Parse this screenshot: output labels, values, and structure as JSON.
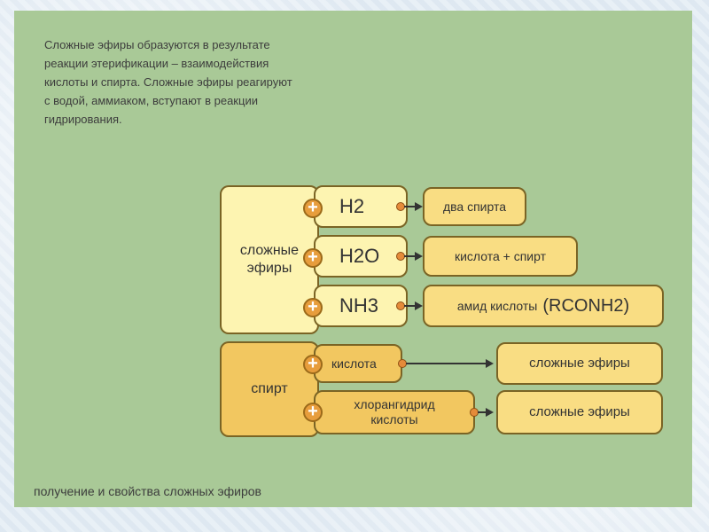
{
  "intro_lines": [
    "Сложные эфиры образуются в результате",
    "реакции этерификации – взаимодействия",
    "кислоты и спирта. Сложные эфиры реагируют",
    "с водой, аммиаком, вступают в реакции",
    "гидрирования."
  ],
  "esters_box": {
    "line1": "сложные",
    "line2": "эфиры"
  },
  "alcohol_box": {
    "label": "спирт"
  },
  "plus_symbol": "+",
  "ester_reactions": [
    {
      "reagent": "H2",
      "product": "два спирта"
    },
    {
      "reagent": "H2O",
      "product": "кислота + спирт"
    },
    {
      "reagent": "NH3",
      "product": "амид кислоты",
      "product_formula": "(RCONH2)"
    }
  ],
  "alcohol_reactions": [
    {
      "reagent": "кислота",
      "product": "сложные эфиры"
    },
    {
      "reagent_line1": "хлорангидрид",
      "reagent_line2": "кислоты",
      "product": "сложные эфиры"
    }
  ],
  "footer": "получение и свойства сложных эфиров",
  "colors": {
    "slide_bg": "#a9c997",
    "light_box": "#fdf4b1",
    "mid_box": "#f9dd83",
    "dark_box": "#f2c760",
    "plus_circle": "#e79d3c",
    "arrow_dot": "#e58b3a"
  }
}
